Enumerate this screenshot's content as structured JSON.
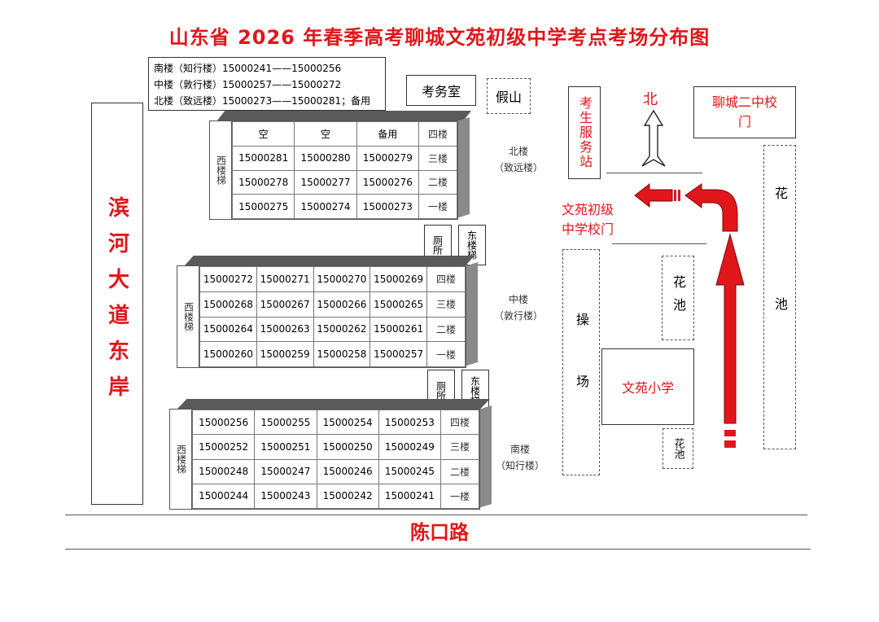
{
  "title": "山东省 2026 年春季高考聊城文苑初级中学考点考场分布图",
  "legend": [
    "南楼（知行楼）15000241——15000256",
    "中楼（敦行楼）15000257——15000272",
    "北楼（致远楼）15000273——15000281；备用"
  ],
  "left_road": "滨河大道东岸",
  "bottom_road": "陈口路",
  "exam_office": "考务室",
  "rockery": "假山",
  "service_station": "考生服务站",
  "north_label": "北",
  "liaocheng_gate": "聊城二中校门",
  "school_gate": "文苑初级中学校门",
  "playground": "操场",
  "primary_school": "文苑小学",
  "flower_bed": "花池",
  "toilet": "厕所",
  "east_stair": "东楼梯",
  "west_stair": "西楼梯",
  "buildings": {
    "north": {
      "name": "北楼",
      "alias": "（致远楼）",
      "floors": [
        "四楼",
        "三楼",
        "二楼",
        "一楼"
      ],
      "rows": [
        [
          "空",
          "空",
          "备用"
        ],
        [
          "15000281",
          "15000280",
          "15000279"
        ],
        [
          "15000278",
          "15000277",
          "15000276"
        ],
        [
          "15000275",
          "15000274",
          "15000273"
        ]
      ]
    },
    "middle": {
      "name": "中楼",
      "alias": "（敦行楼）",
      "floors": [
        "四楼",
        "三楼",
        "二楼",
        "一楼"
      ],
      "rows": [
        [
          "15000272",
          "15000271",
          "15000270",
          "15000269"
        ],
        [
          "15000268",
          "15000267",
          "15000266",
          "15000265"
        ],
        [
          "15000264",
          "15000263",
          "15000262",
          "15000261"
        ],
        [
          "15000260",
          "15000259",
          "15000258",
          "15000257"
        ]
      ]
    },
    "south": {
      "name": "南楼",
      "alias": "（知行楼）",
      "floors": [
        "四楼",
        "三楼",
        "二楼",
        "一楼"
      ],
      "rows": [
        [
          "15000256",
          "15000255",
          "15000254",
          "15000253"
        ],
        [
          "15000252",
          "15000251",
          "15000250",
          "15000249"
        ],
        [
          "15000248",
          "15000247",
          "15000246",
          "15000245"
        ],
        [
          "15000244",
          "15000243",
          "15000242",
          "15000241"
        ]
      ]
    }
  },
  "colors": {
    "accent": "#e0161a",
    "building_top": "#5a5a5a",
    "building_side": "#8a8a8a"
  }
}
